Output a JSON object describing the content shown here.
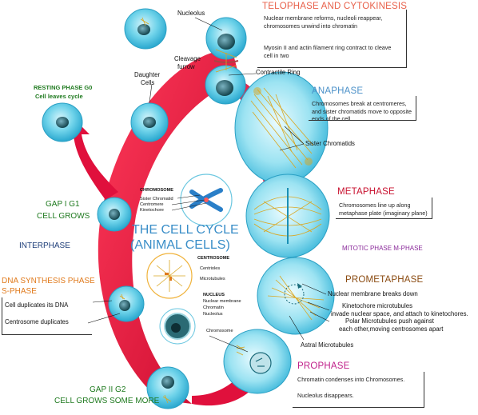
{
  "title": {
    "line1": "THE CELL CYCLE",
    "line2": "(ANIMAL CELLS)"
  },
  "phases": {
    "telophase": {
      "title": "TELOPHASE AND CYTOKINESIS",
      "desc1": "Nuclear membrane reforms, nucleoli reappear, chromosomes unwind into chromatin",
      "desc2": "Myosin II and actin filament ring contract to cleave cell in two"
    },
    "anaphase": {
      "title": "ANAPHASE",
      "desc": "Chromosomes break at centromeres, and sister chromatids move to opposite ends of the cell."
    },
    "metaphase": {
      "title": "METAPHASE",
      "desc": "Chromosomes line up along metaphase plate (imaginary plane)"
    },
    "mitotic": {
      "title": "MITOTIC PHASE M-PHASE"
    },
    "prometaphase": {
      "title": "PROMETAPHASE"
    },
    "prophase": {
      "title": "PROPHASE",
      "desc1": "Chromatin condenses into Chromosomes.",
      "desc2": "Nucleolus disappears."
    },
    "resting": {
      "line1": "RESTING PHASE G0",
      "line2": "Cell leaves cycle"
    },
    "gap1": {
      "line1": "GAP I G1",
      "line2": "CELL GROWS"
    },
    "interphase": {
      "title": "INTERPHASE"
    },
    "synthesis": {
      "line1": "DNA SYNTHESIS PHASE",
      "line2": "S-PHASE",
      "label1": "Cell duplicates its DNA",
      "label2": "Centrosome duplicates"
    },
    "gap2": {
      "line1": "GAP II G2",
      "line2": "CELL GROWS SOME MORE"
    }
  },
  "labels": {
    "nucleolus": "Nucleolus",
    "cleavage_furrow_1": "Cleavage",
    "cleavage_furrow_2": "furrow",
    "contractile_ring": "Contractile Ring",
    "daughter_cells_1": "Daughter",
    "daughter_cells_2": "Cells",
    "sister_chromatids": "Sister Chromatids",
    "nuclear_membrane_breaks": "Nuclear membrane breaks down",
    "kinetochore_mt_1": "Kinetochore microtubules",
    "kinetochore_mt_2": "invade nuclear space, and attach to kinetochores.",
    "polar_mt_1": "Polar Microtubules push against",
    "polar_mt_2": "each other,moving centrosomes apart",
    "astral_mt": "Astral Microtubules",
    "chromosome_small": "Chromosome"
  },
  "legends": {
    "chromosome": {
      "title": "CHROMOSOME",
      "items": [
        "Sister Chromatid",
        "Centromere",
        "Kinetochore"
      ]
    },
    "centrosome": {
      "title": "CENTROSOME",
      "items": [
        "Centrioles",
        "Microtubules"
      ]
    },
    "nucleus": {
      "title": "NUCLEUS",
      "items": [
        "Nuclear membrane",
        "Chromatin",
        "Nucleolus"
      ]
    }
  },
  "colors": {
    "cycle_arrow": "#e0103c",
    "cell_fill": "#3cc2e0",
    "cell_light": "#bdeef8",
    "title_blue": "#3a8ec8"
  }
}
